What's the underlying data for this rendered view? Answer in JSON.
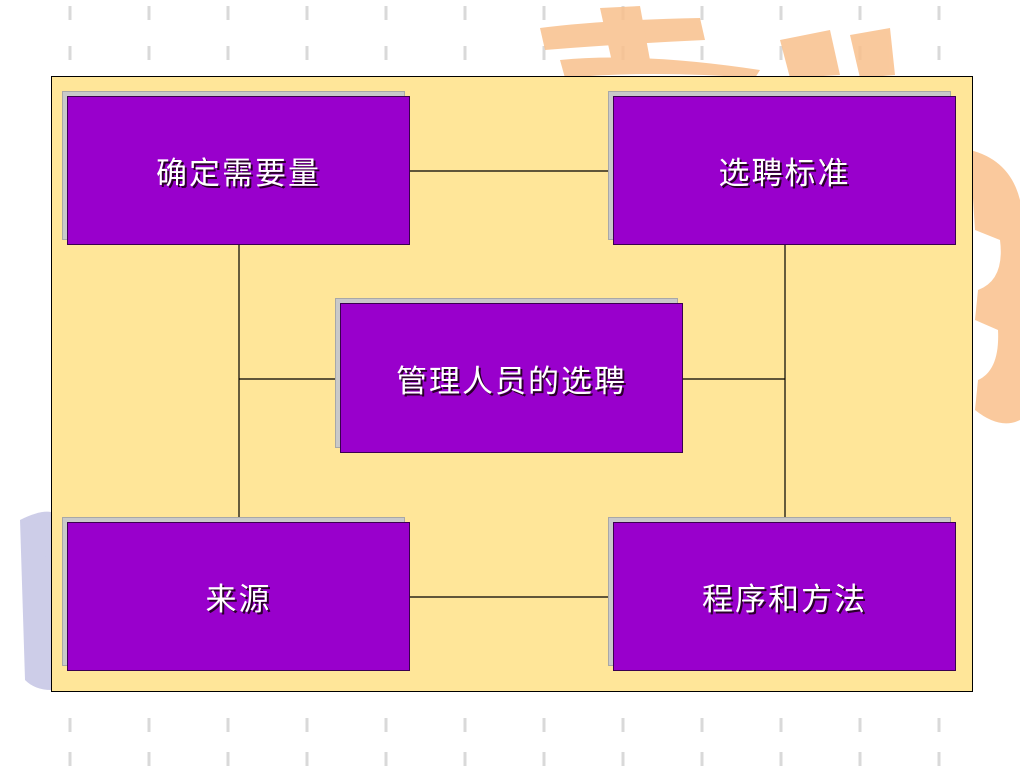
{
  "diagram": {
    "center": {
      "label": "管理人员的选聘"
    },
    "nodes": {
      "top_left": {
        "label": "确定需要量"
      },
      "top_right": {
        "label": "选聘标准"
      },
      "bottom_left": {
        "label": "来源"
      },
      "bottom_right": {
        "label": "程序和方法"
      }
    }
  },
  "colors": {
    "panel_background": "#ffe699",
    "box_fill": "#9900cc",
    "box_text": "#ffffff",
    "connector": "#000000",
    "decoration_orange": "#f9c08c",
    "decoration_lavender": "#c8c8e6"
  }
}
